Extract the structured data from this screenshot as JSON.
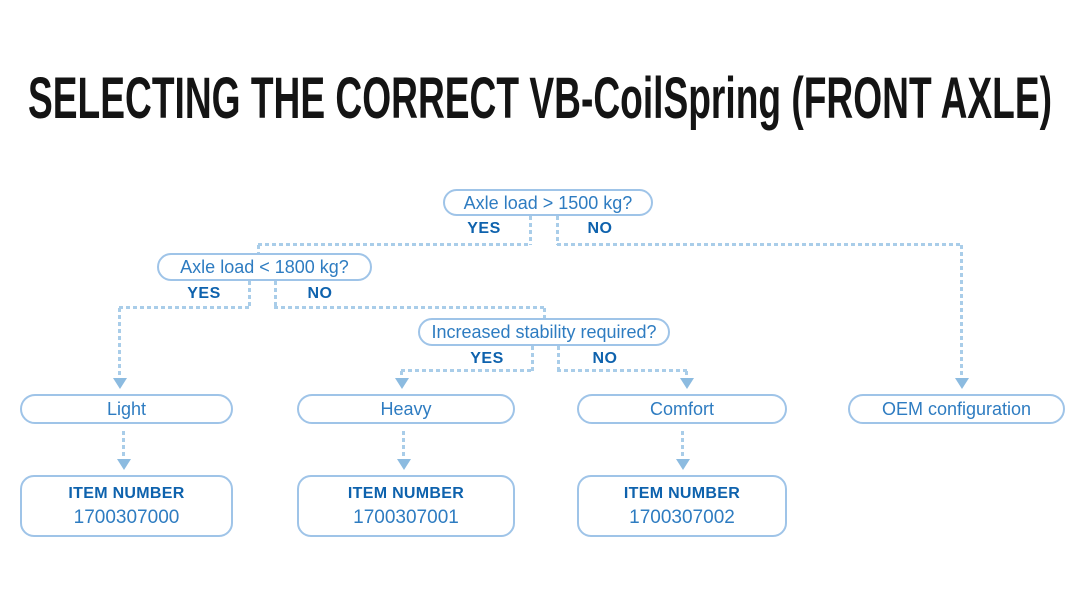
{
  "title": "SELECTING THE CORRECT VB-CoilSpring (FRONT AXLE)",
  "colors": {
    "background": "#ffffff",
    "title_text": "#141414",
    "box_border": "#9fc4e8",
    "box_text": "#2e7cc1",
    "label_bold": "#0e62ad",
    "dashed_line": "#a9cde9",
    "arrowhead": "#8cbbe0"
  },
  "flowchart": {
    "decisions": [
      {
        "question": "Axle load > 1500 kg?",
        "yes_label": "YES",
        "no_label": "NO"
      },
      {
        "question": "Axle load < 1800 kg?",
        "yes_label": "YES",
        "no_label": "NO"
      },
      {
        "question": "Increased stability required?",
        "yes_label": "YES",
        "no_label": "NO"
      }
    ],
    "outcomes": [
      {
        "label": "Light",
        "item_number_label": "ITEM NUMBER",
        "item_number": "1700307000"
      },
      {
        "label": "Heavy",
        "item_number_label": "ITEM NUMBER",
        "item_number": "1700307001"
      },
      {
        "label": "Comfort",
        "item_number_label": "ITEM NUMBER",
        "item_number": "1700307002"
      },
      {
        "label": "OEM configuration"
      }
    ]
  }
}
